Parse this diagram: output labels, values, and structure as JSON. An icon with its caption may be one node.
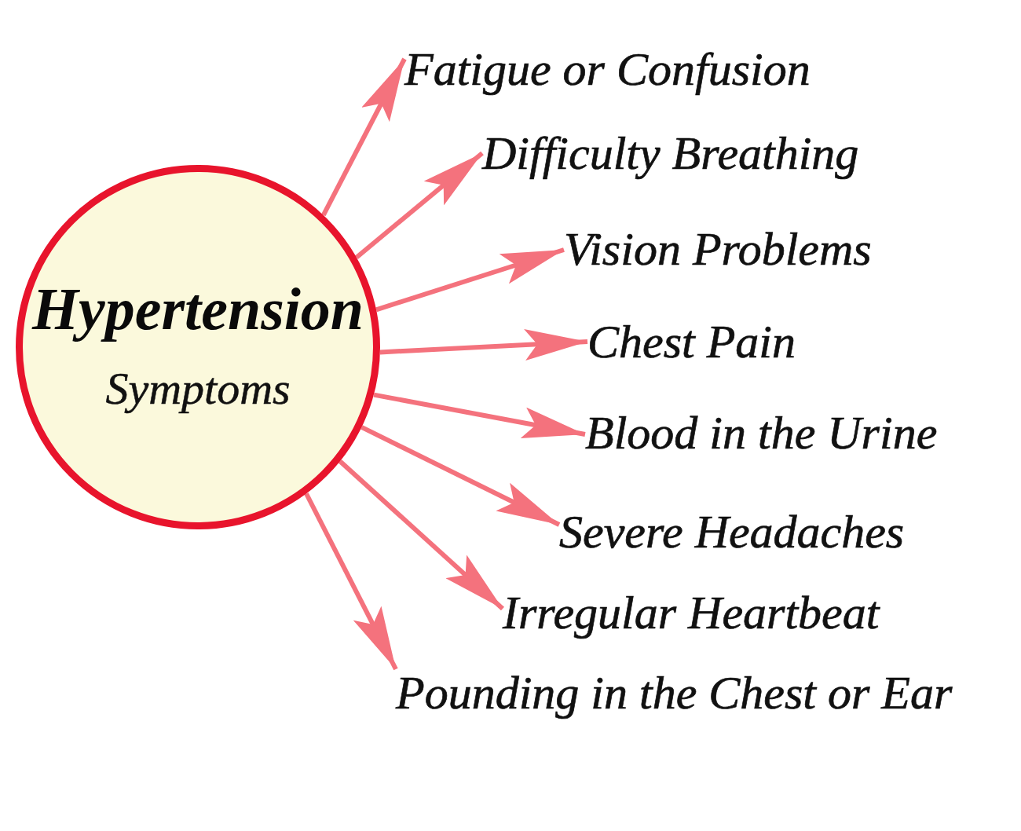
{
  "diagram": {
    "nodes": [
      {
        "text": [
          "Hypertension",
          "Symptoms"
        ]
      },
      {
        "text": [
          "Fatigue or Confusion"
        ]
      },
      {
        "text": [
          "Difficulty Breathing"
        ]
      },
      {
        "text": [
          "Vision Problems"
        ]
      },
      {
        "text": [
          "Chest Pain"
        ]
      },
      {
        "text": [
          "Blood in the Urine"
        ]
      },
      {
        "text": [
          "Severe Headaches"
        ]
      },
      {
        "text": [
          "Irregular Heartbeat"
        ]
      },
      {
        "text": [
          "Pounding in the Chest or Ear"
        ]
      }
    ],
    "edges": [
      {
        "from": 0,
        "to": 1,
        "arrow": "to"
      },
      {
        "from": 0,
        "to": 2,
        "arrow": "to"
      },
      {
        "from": 0,
        "to": 3,
        "arrow": "to"
      },
      {
        "from": 0,
        "to": 4,
        "arrow": "to"
      },
      {
        "from": 0,
        "to": 5,
        "arrow": "to"
      },
      {
        "from": 0,
        "to": 6,
        "arrow": "to"
      },
      {
        "from": 0,
        "to": 7,
        "arrow": "to"
      },
      {
        "from": 0,
        "to": 8,
        "arrow": "to"
      }
    ]
  }
}
